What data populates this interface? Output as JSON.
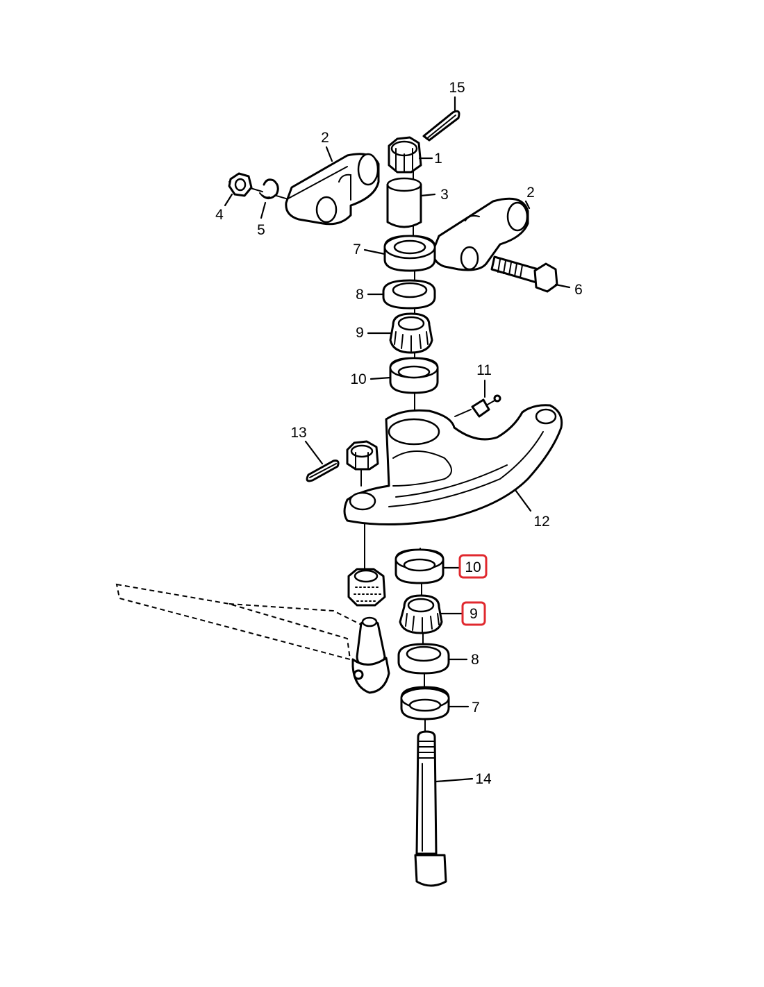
{
  "colors": {
    "highlight": "#e0282e",
    "line": "#000000",
    "background": "#ffffff"
  },
  "labels": {
    "l15": "15",
    "l2a": "2",
    "l1": "1",
    "l3": "3",
    "l4": "4",
    "l5": "5",
    "l2b": "2",
    "l7a": "7",
    "l6": "6",
    "l8a": "8",
    "l9a": "9",
    "l10a": "10",
    "l11": "11",
    "l13": "13",
    "l12": "12",
    "l10b": "10",
    "l9b": "9",
    "l8b": "8",
    "l7b": "7",
    "l14": "14"
  },
  "highlighted": [
    "l10b",
    "l9b"
  ]
}
